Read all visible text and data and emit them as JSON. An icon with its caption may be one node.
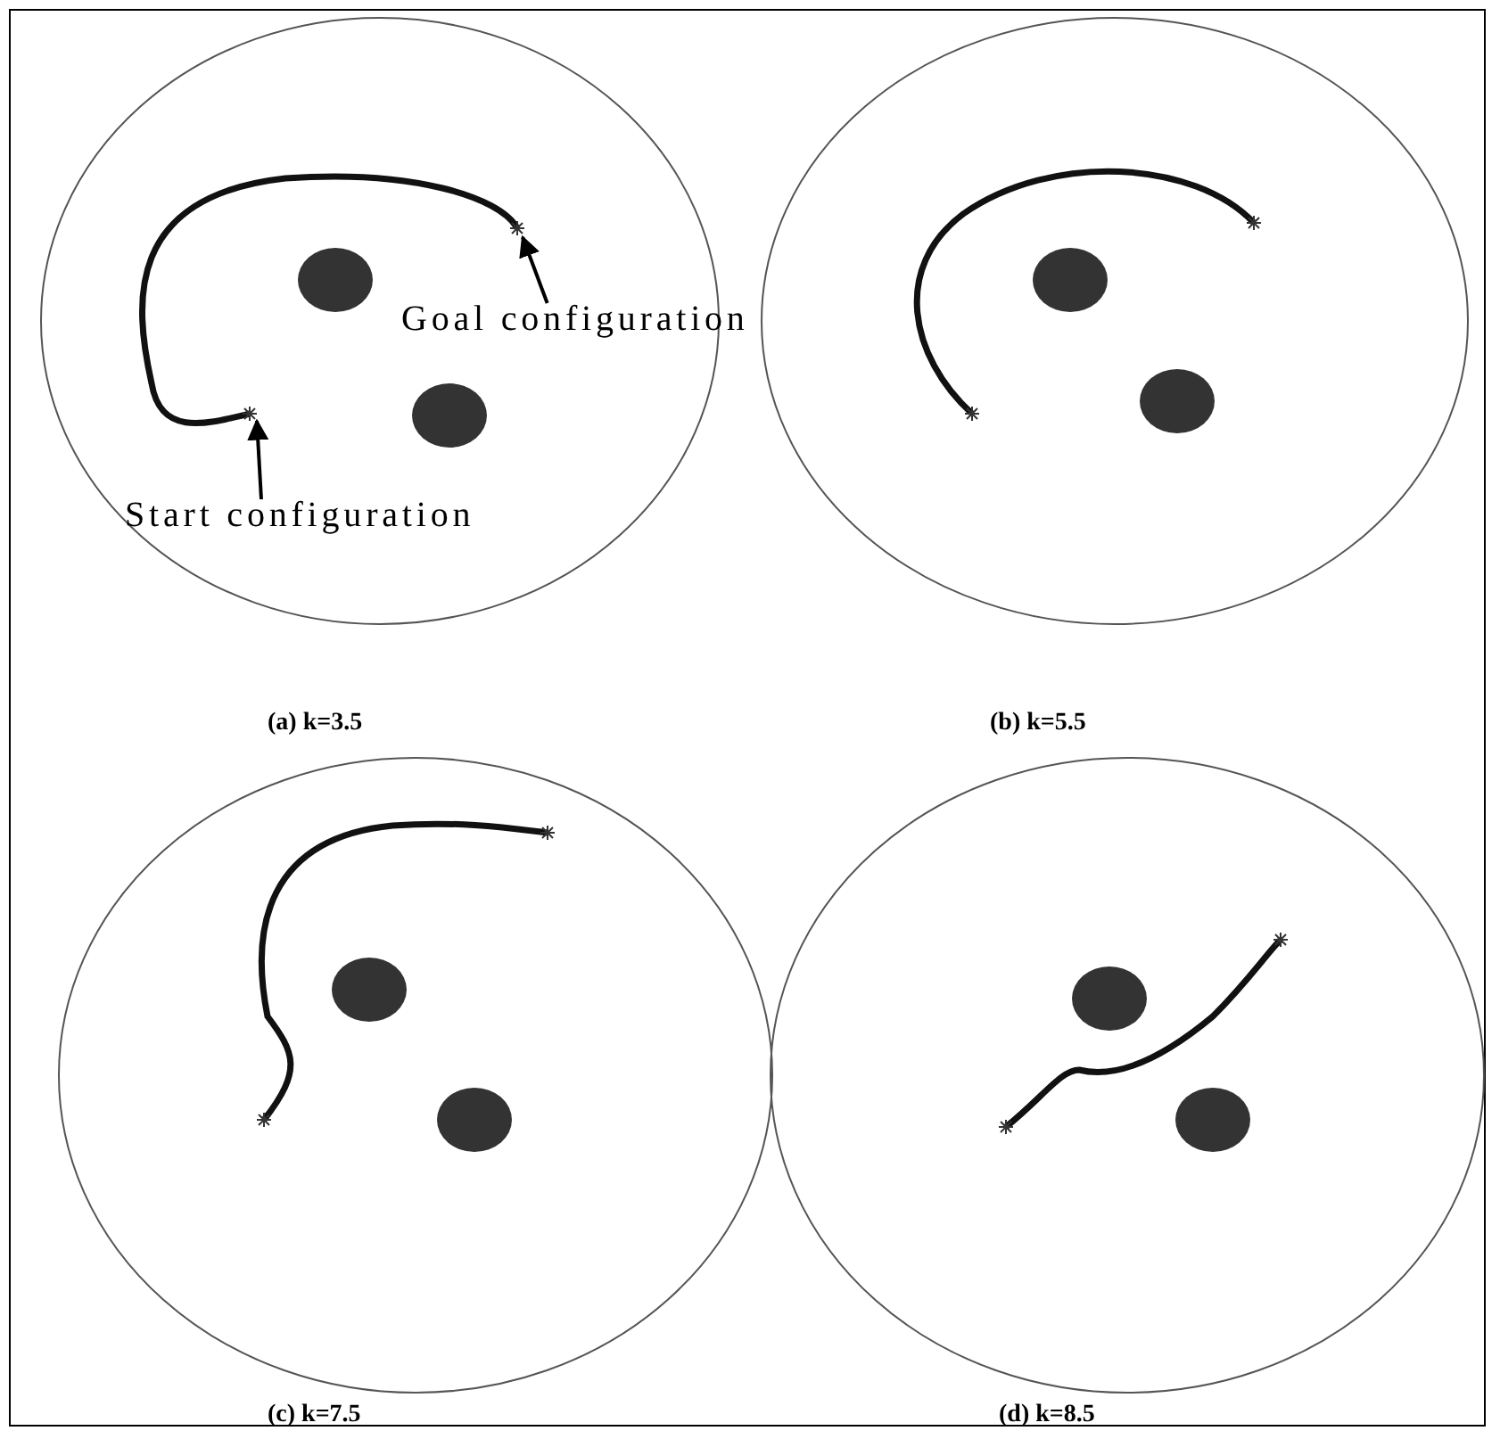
{
  "diagram": {
    "nodes": [
      {
        "text": [
          "Goal configuration"
        ]
      },
      {
        "text": [
          "Start configuration"
        ]
      }
    ],
    "edges": [
      {
        "from": 0,
        "to": null,
        "arrow": "to"
      },
      {
        "from": 1,
        "to": null,
        "arrow": "to"
      }
    ],
    "labels": [
      "(a) k=3.5",
      "(b) k=5.5",
      "(c) k=7.5",
      "(d) k=8.5"
    ]
  }
}
